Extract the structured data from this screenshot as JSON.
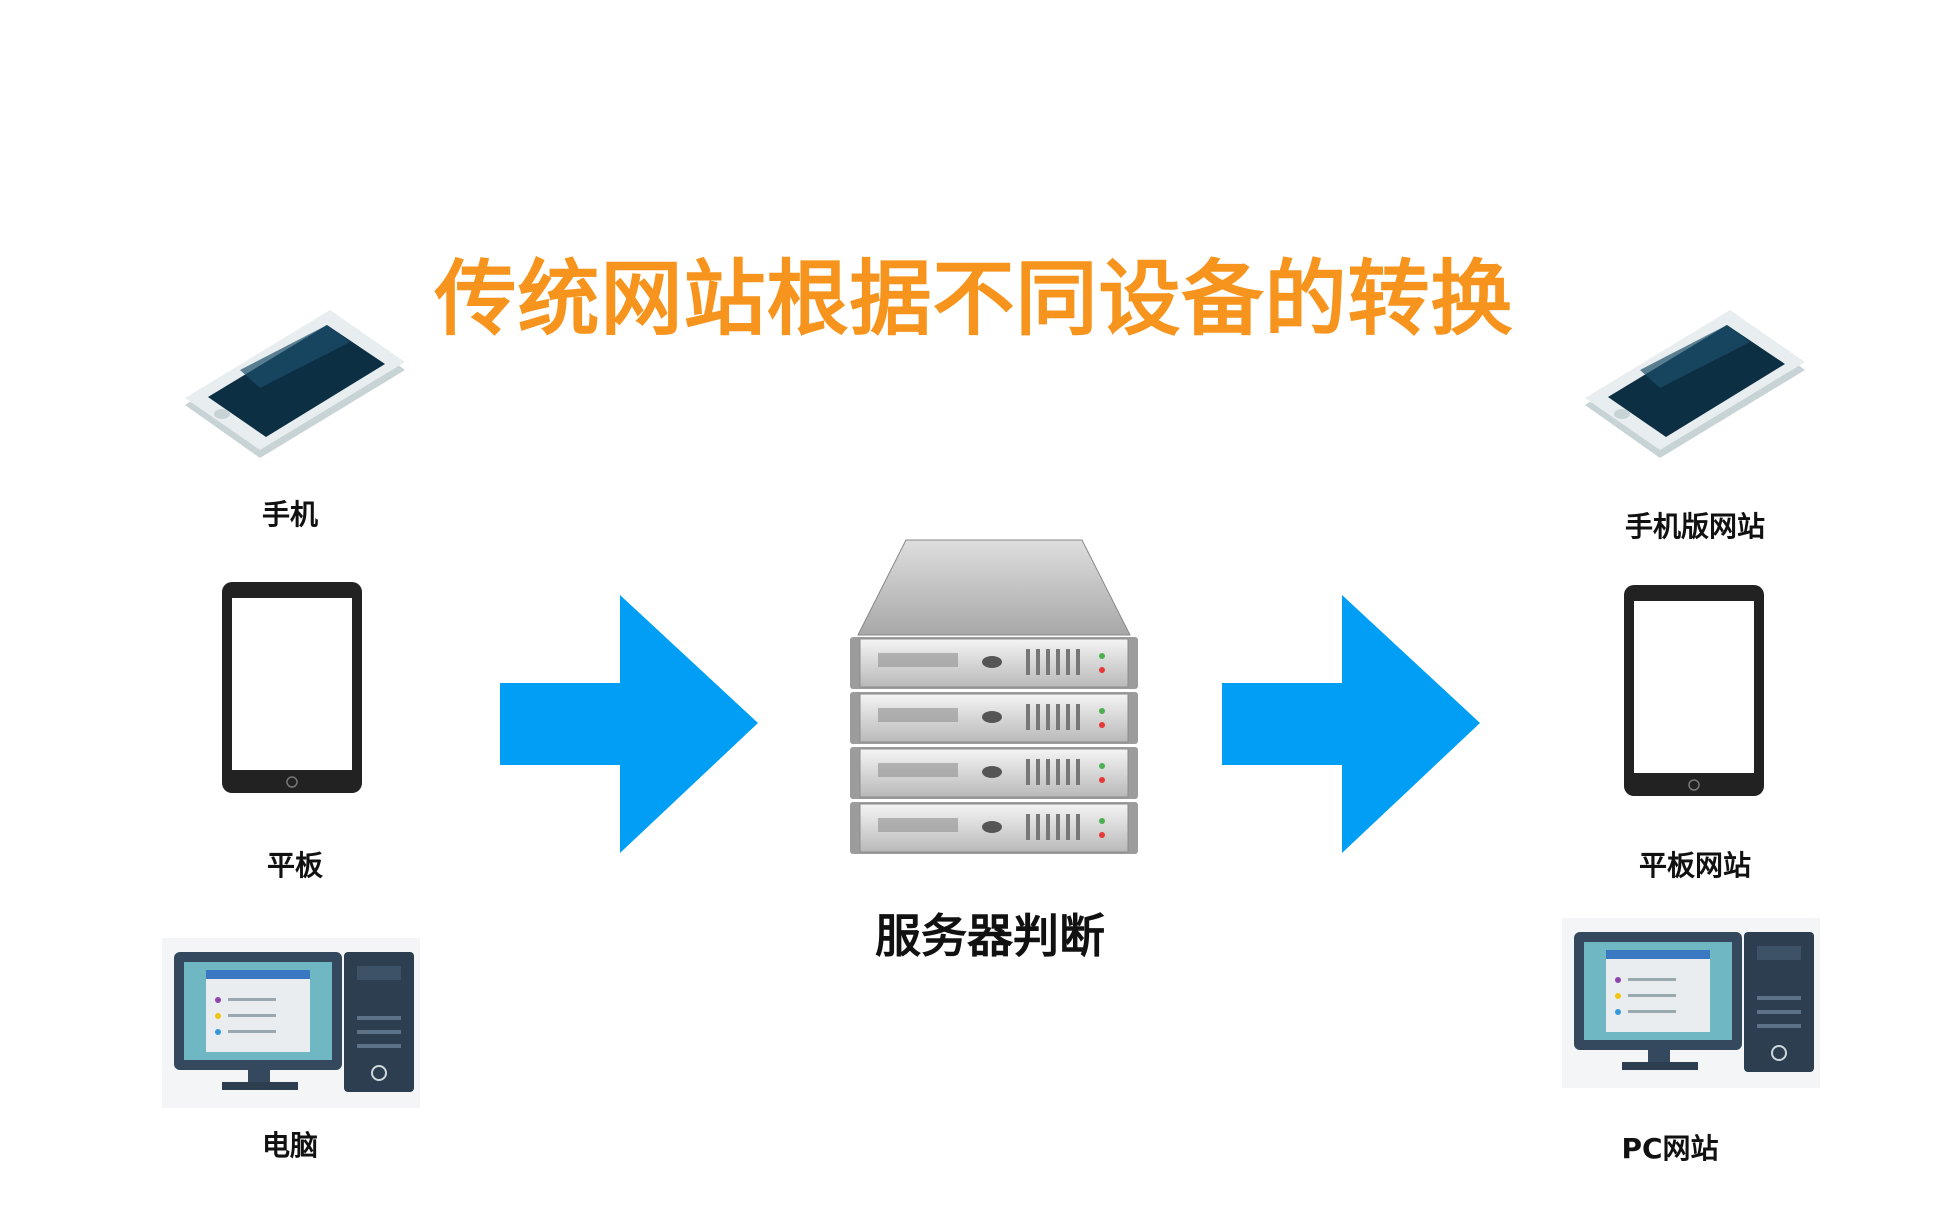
{
  "title": "传统网站根据不同设备的转换",
  "colors": {
    "title": "#f7941d",
    "arrow": "#009ff5",
    "screen_dark": "#103a52",
    "monitor_bezel": "#34495e",
    "monitor_screen": "#6fb7c3"
  },
  "left_devices": {
    "phone": {
      "label": "手机",
      "icon": "smartphone-icon"
    },
    "tablet": {
      "label": "平板",
      "icon": "tablet-icon"
    },
    "pc": {
      "label": "电脑",
      "icon": "desktop-computer-icon"
    }
  },
  "server": {
    "label": "服务器判断",
    "icon": "server-rack-icon"
  },
  "right_sites": {
    "phone": {
      "label": "手机版网站",
      "icon": "smartphone-icon"
    },
    "tablet": {
      "label": "平板网站",
      "icon": "tablet-icon"
    },
    "pc": {
      "label": "PC网站",
      "icon": "desktop-computer-icon"
    }
  }
}
